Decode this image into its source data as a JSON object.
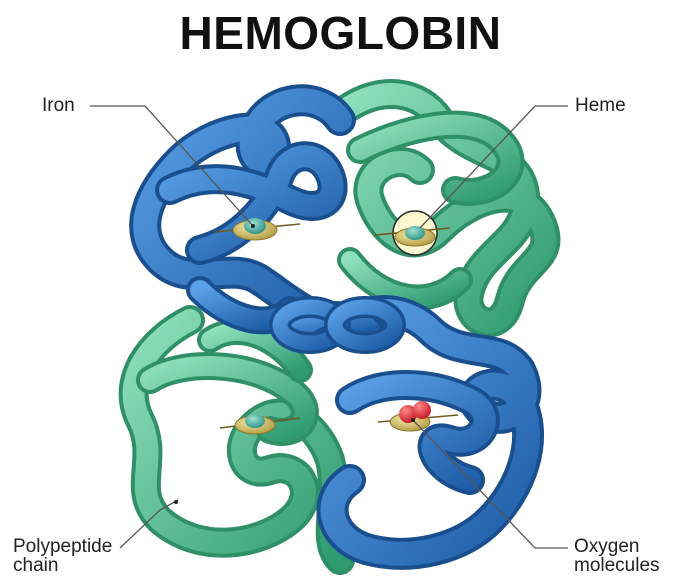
{
  "title": "HEMOGLOBIN",
  "labels": {
    "iron": "Iron",
    "heme": "Heme",
    "polypeptide_line1": "Polypeptide",
    "polypeptide_line2": "chain",
    "oxygen_line1": "Oxygen",
    "oxygen_line2": "molecules"
  },
  "colors": {
    "alpha_chain": "#2a73bf",
    "beta_chain": "#4fba8e",
    "heme_disc": "#c9b45a",
    "iron": "#2f9e8f",
    "oxygen": "#e0303a",
    "leader_line": "#555555"
  }
}
